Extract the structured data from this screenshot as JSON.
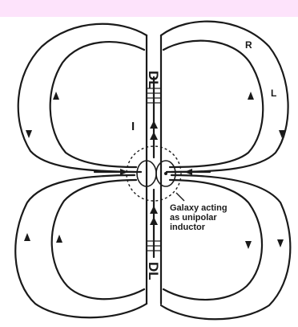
{
  "band_color": "#fde3fb",
  "ink_color": "#1a1a1a",
  "labels": {
    "r": "R",
    "l": "L",
    "current": "I",
    "dl_top": "DL",
    "dl_bottom": "DL",
    "caption": [
      "Galaxy acting",
      "as unipolar",
      "inductor"
    ]
  }
}
